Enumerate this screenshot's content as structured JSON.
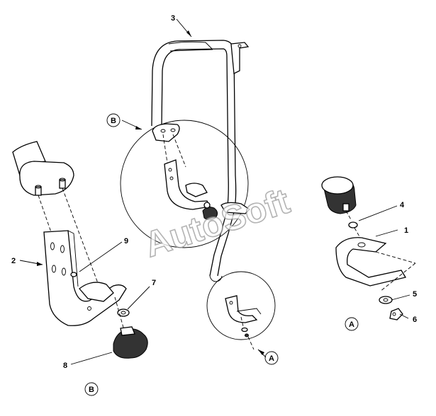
{
  "callouts": {
    "c1": "1",
    "c2": "2",
    "c3": "3",
    "c4": "4",
    "c5": "5",
    "c6": "6",
    "c7": "7",
    "c8": "8",
    "c9": "9"
  },
  "details": {
    "b_top": "B",
    "b_bottom": "B",
    "a_arrow": "A",
    "a_right": "A"
  },
  "watermark": "AutoSoft"
}
